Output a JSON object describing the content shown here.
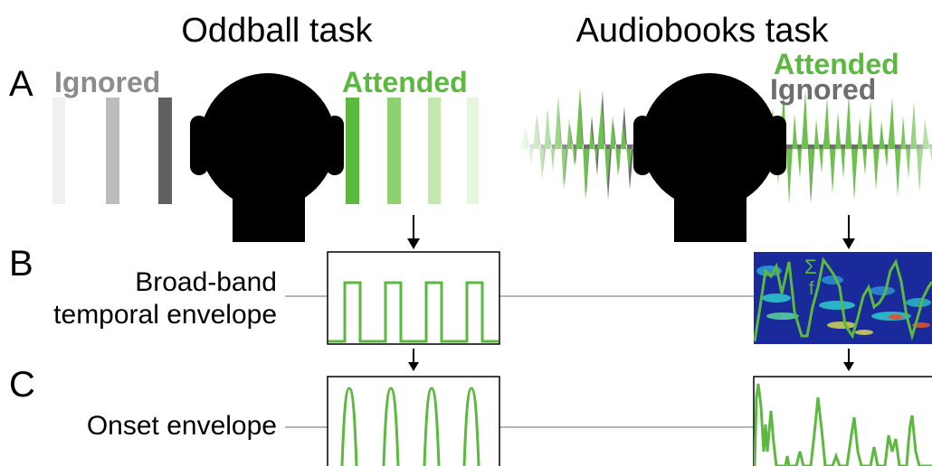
{
  "titles": {
    "oddball": "Oddball task",
    "audiobooks": "Audiobooks task"
  },
  "panels": {
    "a": "A",
    "b": "B",
    "c": "C"
  },
  "labels": {
    "ignored_left": "Ignored",
    "attended_left": "Attended",
    "attended_right": "Attended",
    "ignored_right": "Ignored",
    "broadband_line1": "Broad-band",
    "broadband_line2": "temporal envelope",
    "onset": "Onset envelope",
    "sum_symbol": "Σ",
    "f_symbol": "f"
  },
  "colors": {
    "green": "#5cb93f",
    "green_light": "#a6dc8f",
    "gray_dark": "#666666",
    "gray_mid": "#8c8c8c",
    "gray_light": "#c9c9c9",
    "connector": "#b5b5b5",
    "head": "#000000",
    "spectro_bg": "#1a2a9a",
    "spectro_blob": "#2fd4d2"
  },
  "icons": {
    "head_left": "head-silhouette-icon",
    "head_right": "head-silhouette-icon",
    "arrow": "down-arrow-icon"
  }
}
